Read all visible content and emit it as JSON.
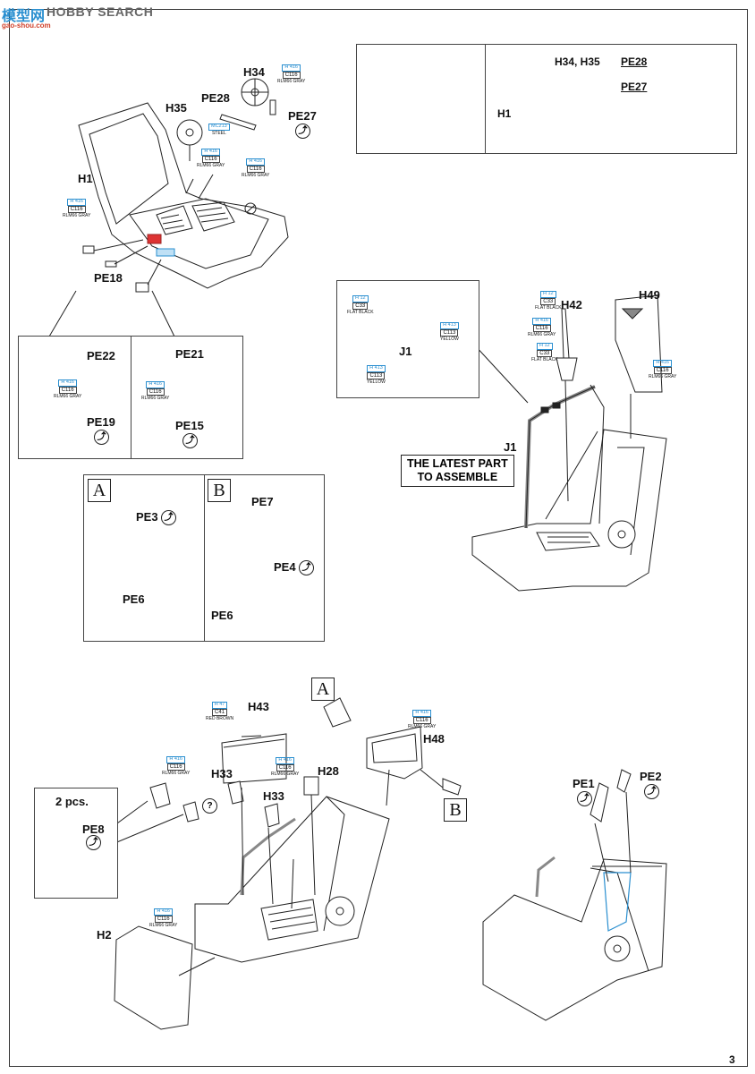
{
  "watermark": {
    "cn": "模型网",
    "en": "HOBBY SEARCH",
    "url": "gao-shou.com"
  },
  "page_number": "3",
  "colors": {
    "accent": "#2a8fd0",
    "line": "#222222"
  },
  "icons": {
    "bend": "bend-arrow-icon",
    "remove": "remove-slash-icon",
    "question": "question-mark-icon"
  },
  "step1": {
    "labels": {
      "h34": "H34",
      "pe28": "PE28",
      "h35": "H35",
      "pe27": "PE27",
      "h1": "H1",
      "pe18": "PE18"
    },
    "paints": [
      {
        "code": "H 416",
        "mr": "C116",
        "name": "RLM66 GRAY"
      },
      {
        "code": "MC213",
        "mr": "",
        "name": "STEEL"
      },
      {
        "code": "H 416",
        "mr": "C116",
        "name": "RLM66 GRAY"
      },
      {
        "code": "H 416",
        "mr": "C116",
        "name": "RLM66 GRAY"
      },
      {
        "code": "H 416",
        "mr": "C116",
        "name": "RLM66 GRAY"
      }
    ],
    "detail_box": {
      "h34_h35": "H34, H35",
      "pe28": "PE28",
      "pe27": "PE27",
      "h1": "H1"
    },
    "sub_left": {
      "pe22": "PE22",
      "pe19": "PE19",
      "paint_code": "H 416",
      "paint_mr": "C116",
      "paint_name": "RLM66 GRAY"
    },
    "sub_right": {
      "pe21": "PE21",
      "pe15": "PE15",
      "paint_code": "H 416",
      "paint_mr": "C116",
      "paint_name": "RLM66 GRAY"
    }
  },
  "step2": {
    "j1_box": {
      "j1": "J1",
      "p1": {
        "code": "H 12",
        "mr": "C33",
        "name": "FLAT BLACK"
      },
      "p2": {
        "code": "H 413",
        "mr": "C113",
        "name": "YELLOW"
      },
      "p3": {
        "code": "H 413",
        "mr": "C113",
        "name": "YELLOW"
      }
    },
    "h42": "H42",
    "h49": "H49",
    "j1": "J1",
    "p_h42a": {
      "code": "H 12",
      "mr": "C33",
      "name": "FLAT BLACK"
    },
    "p_h42b": {
      "code": "H 416",
      "mr": "C116",
      "name": "RLM66 GRAY"
    },
    "p_h42c": {
      "code": "H 12",
      "mr": "C33",
      "name": "FLAT BLACK"
    },
    "p_h49": {
      "code": "H 416",
      "mr": "C116",
      "name": "RLM66 GRAY"
    },
    "notice_line1": "THE LATEST PART",
    "notice_line2": "TO ASSEMBLE"
  },
  "option_box": {
    "a": {
      "letter": "A",
      "pe3": "PE3",
      "pe6": "PE6"
    },
    "b": {
      "letter": "B",
      "pe7": "PE7",
      "pe4": "PE4",
      "pe6": "PE6"
    }
  },
  "step3": {
    "letter_a": "A",
    "letter_b": "B",
    "h43": "H43",
    "h48": "H48",
    "h33a": "H33",
    "h33b": "H33",
    "h28": "H28",
    "h2": "H2",
    "pcs": "2 pcs.",
    "pe8": "PE8",
    "p_h43": {
      "code": "H 47",
      "mr": "C41",
      "name": "RED BROWN"
    },
    "p_h48": {
      "code": "H 416",
      "mr": "C116",
      "name": "RLM66 GRAY"
    },
    "p_h33": {
      "code": "H 416",
      "mr": "C116",
      "name": "RLM66 GRAY"
    },
    "p_h28": {
      "code": "H 416",
      "mr": "C116",
      "name": "RLM66 GRAY"
    },
    "p_h2": {
      "code": "H 416",
      "mr": "C116",
      "name": "RLM66 GRAY"
    }
  },
  "step4": {
    "pe1": "PE1",
    "pe2": "PE2"
  }
}
